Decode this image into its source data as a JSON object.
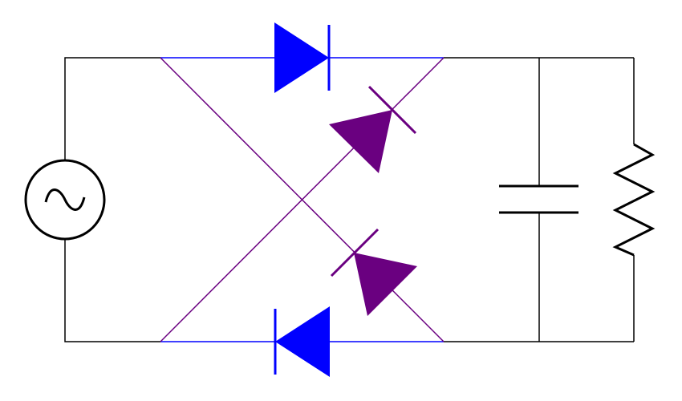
{
  "diagram": {
    "type": "full-wave bridge rectifier with smoothing capacitor and load resistor",
    "components": [
      {
        "kind": "ac-source",
        "symbol": "~"
      },
      {
        "kind": "diode",
        "group": "forward-pair"
      },
      {
        "kind": "diode",
        "group": "forward-pair"
      },
      {
        "kind": "diode",
        "group": "cross-pair"
      },
      {
        "kind": "diode",
        "group": "cross-pair"
      },
      {
        "kind": "capacitor"
      },
      {
        "kind": "resistor"
      }
    ],
    "colors": {
      "wire": "#000000",
      "forward_pair": "#0000ff",
      "cross_pair": "#6a0080",
      "background": "#ffffff"
    }
  }
}
